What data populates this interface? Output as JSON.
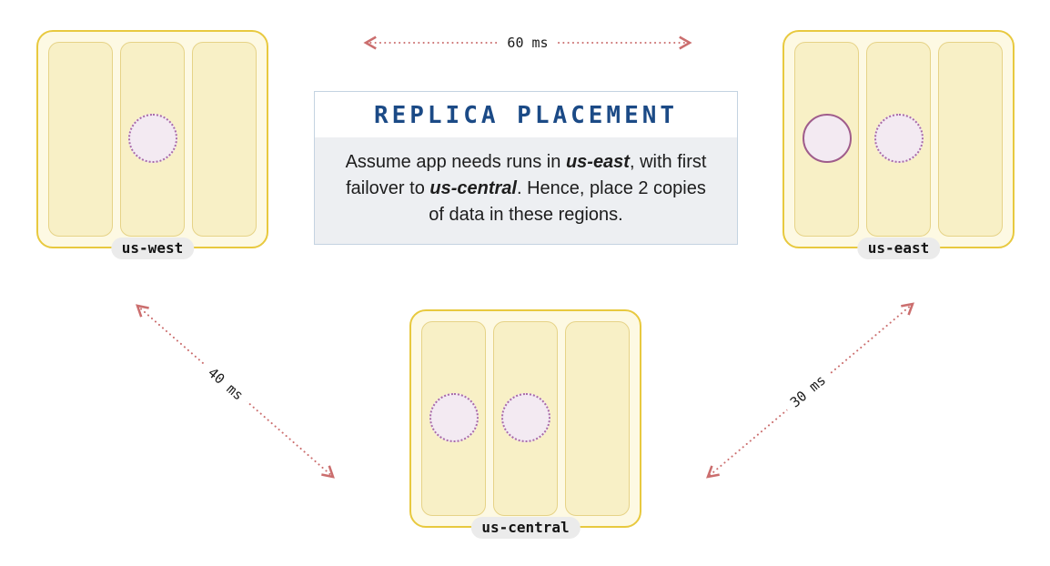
{
  "info_box": {
    "title": "REPLICA PLACEMENT",
    "body": {
      "part1": "Assume app needs runs in ",
      "em1": "us-east",
      "part2": ", with first failover to ",
      "em2": "us-central",
      "part3": ". Hence, place 2 copies of data in these regions."
    }
  },
  "regions": [
    {
      "id": "us-west",
      "label": "us-west",
      "zones": [
        {
          "replica": "none"
        },
        {
          "replica": "dotted"
        },
        {
          "replica": "none"
        }
      ]
    },
    {
      "id": "us-east",
      "label": "us-east",
      "zones": [
        {
          "replica": "solid"
        },
        {
          "replica": "dotted"
        },
        {
          "replica": "none"
        }
      ]
    },
    {
      "id": "us-central",
      "label": "us-central",
      "zones": [
        {
          "replica": "dotted"
        },
        {
          "replica": "dotted"
        },
        {
          "replica": "none"
        }
      ]
    }
  ],
  "latencies": [
    {
      "from": "us-west",
      "to": "us-east",
      "label": "60 ms"
    },
    {
      "from": "us-west",
      "to": "us-central",
      "label": "40 ms"
    },
    {
      "from": "us-east",
      "to": "us-central",
      "label": "30 ms"
    }
  ],
  "colors": {
    "region_border": "#e8c93f",
    "region_fill": "#fdf9e3",
    "zone_border": "#e6d387",
    "zone_fill": "#f8f0c6",
    "replica_fill": "#f3eaf2",
    "replica_dotted_border": "#a96ba9",
    "replica_solid_border": "#9f5c8b",
    "arrow_color": "#cb6e6e",
    "title_color": "#1b4a86",
    "label_bg": "#ebebeb",
    "box_border": "#c4d3e1",
    "box_body_bg": "#edeff2",
    "text_color": "#1d1d1d"
  }
}
